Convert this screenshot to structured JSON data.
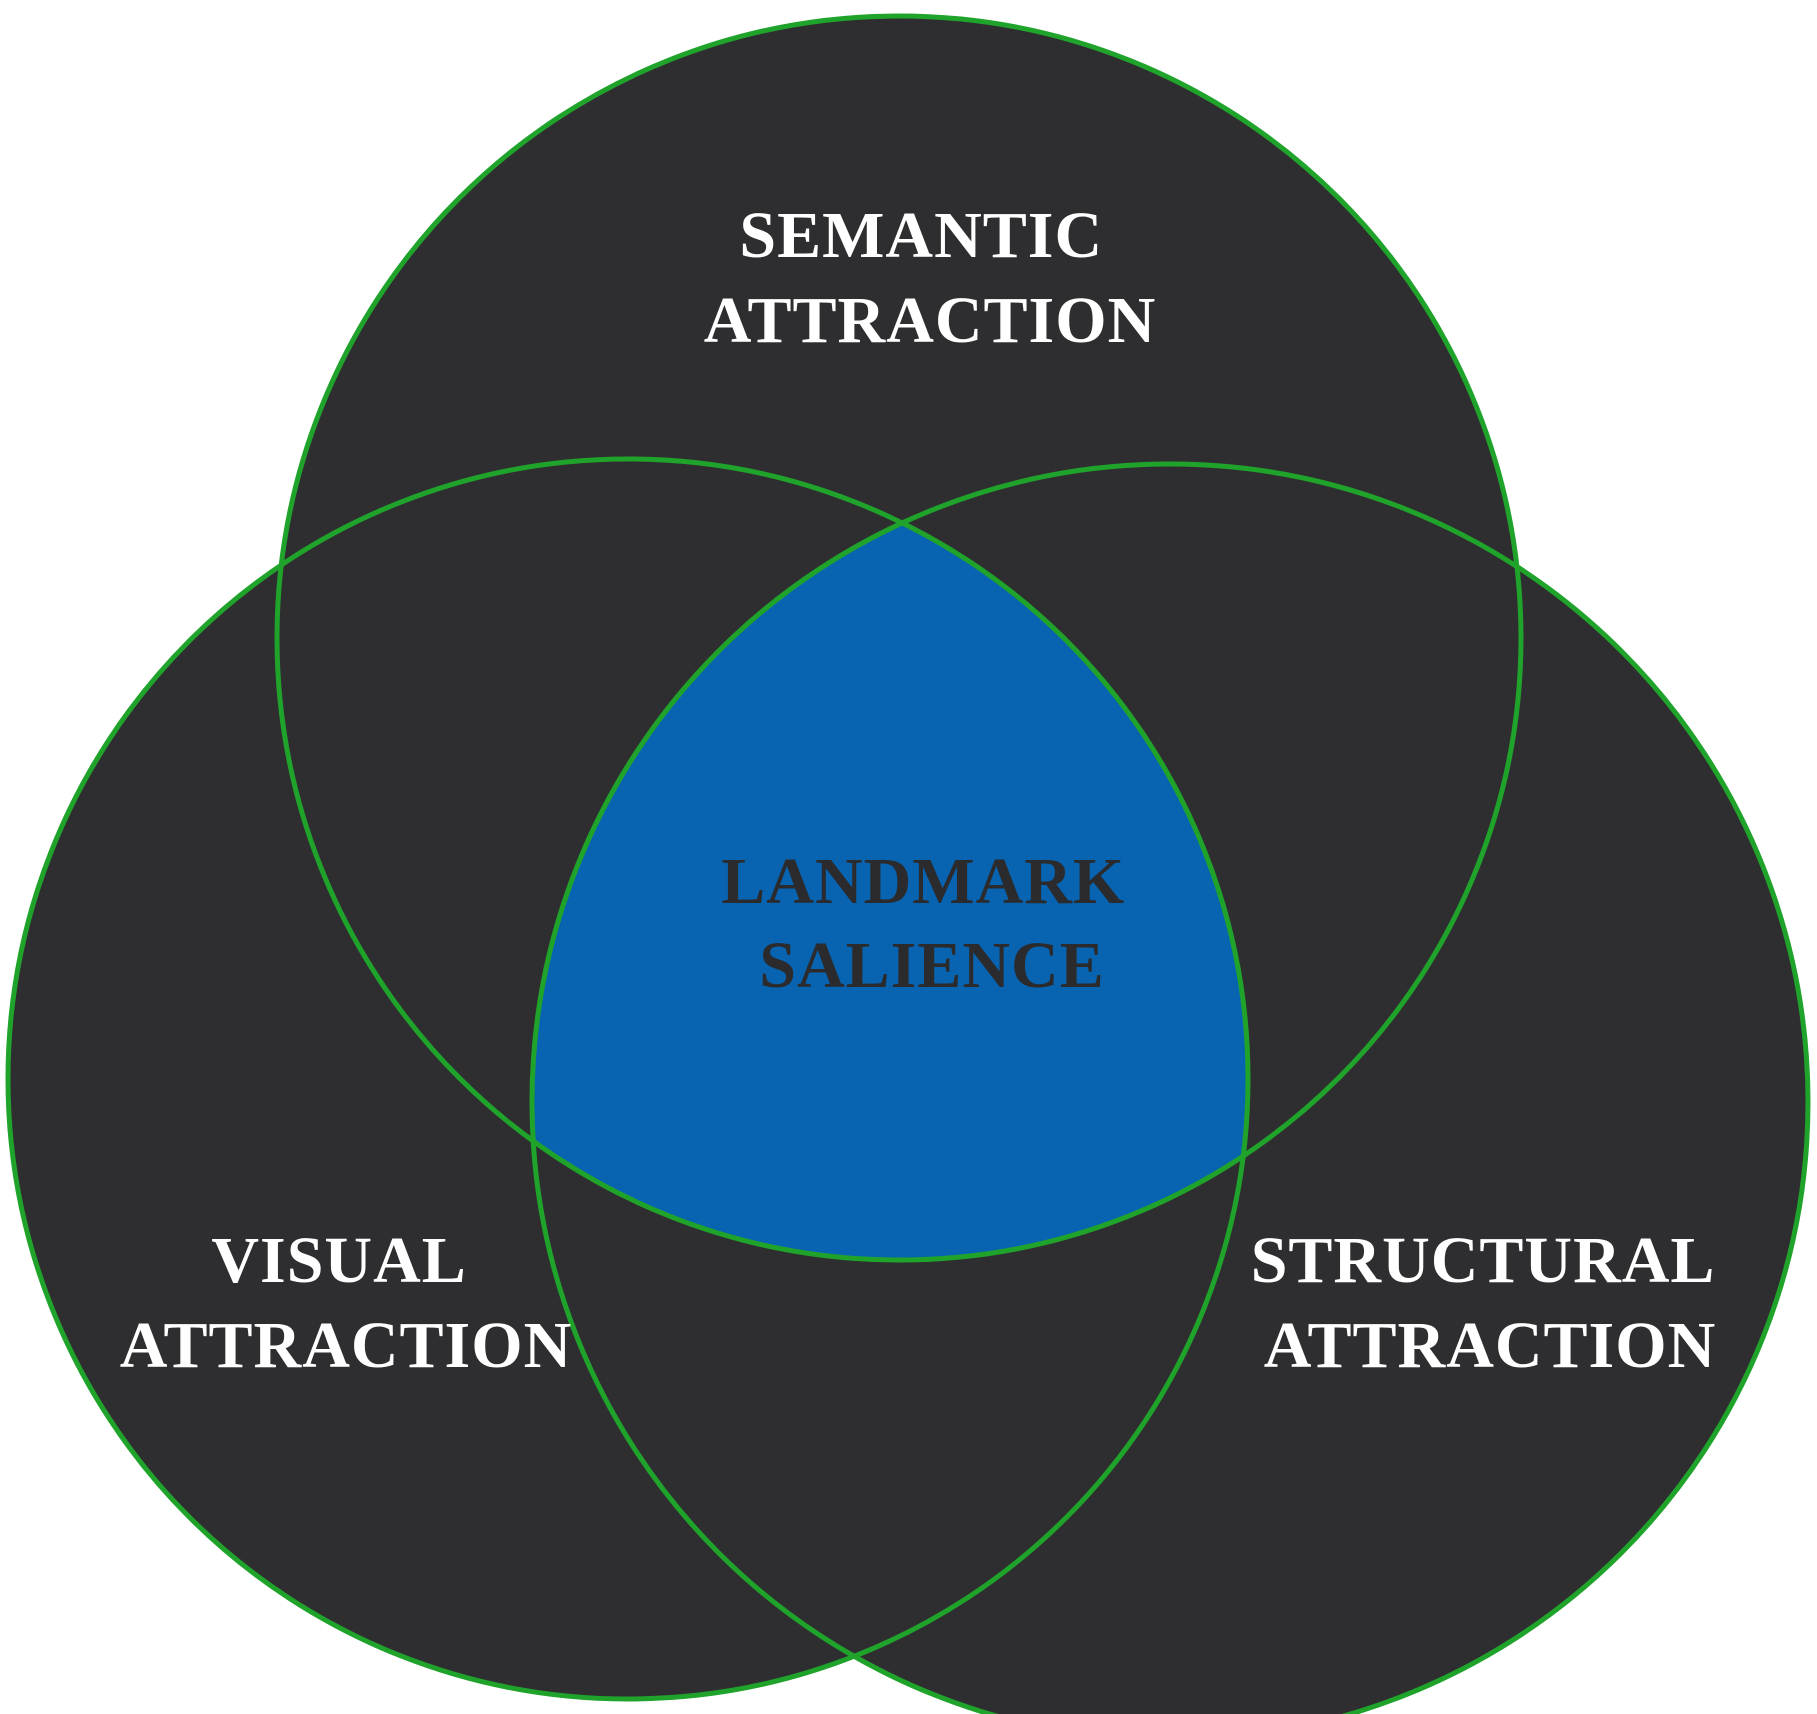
{
  "diagram": {
    "circles": [
      {
        "id": "semantic",
        "label_lines": [
          "SEMANTIC",
          "ATTRACTION"
        ]
      },
      {
        "id": "visual",
        "label_lines": [
          "VISUAL",
          "ATTRACTION"
        ]
      },
      {
        "id": "structural",
        "label_lines": [
          "STRUCTURAL",
          "ATTRACTION"
        ]
      }
    ],
    "center": {
      "label_lines": [
        "LANDMARK",
        "SALIENCE"
      ]
    }
  },
  "colors": {
    "circle_fill": "#2e2e30",
    "circle_stroke": "#1fa32a",
    "center_fill": "#0863b0",
    "outer_label_text": "#ffffff",
    "center_label_text": "#2b2b2d"
  }
}
